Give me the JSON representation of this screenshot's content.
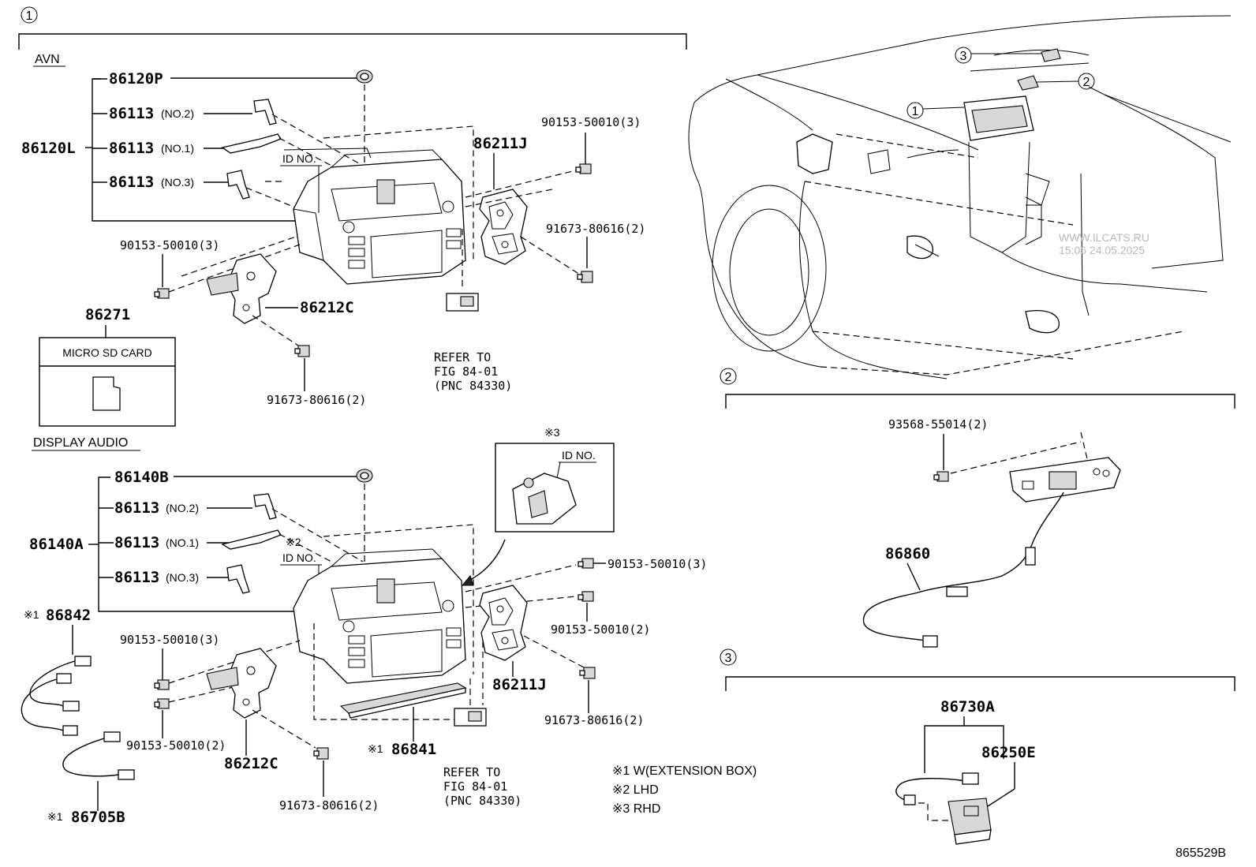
{
  "sections": {
    "sec1": {
      "num": "1"
    },
    "sec2": {
      "num": "2"
    },
    "sec3": {
      "num": "3"
    }
  },
  "avn": {
    "header": "AVN",
    "p86120P": "86120P",
    "p86120L": "86120L",
    "p86113_no2": "86113",
    "no2": "(NO.2)",
    "p86113_no1": "86113",
    "no1": "(NO.1)",
    "p86113_no3": "86113",
    "no3": "(NO.3)",
    "id_no": "ID NO.",
    "p86211J": "86211J",
    "screw_top": "90153-50010(3)",
    "screw_left": "90153-50010(3)",
    "p91673_right": "91673-80616(2)",
    "p86212C": "86212C",
    "p91673_bottom": "91673-80616(2)",
    "p86271": "86271",
    "sd_label": "MICRO SD CARD",
    "refer1": "REFER TO",
    "refer2": "FIG 84-01",
    "refer3": "(PNC 84330)"
  },
  "da": {
    "header": "DISPLAY AUDIO",
    "p86140B": "86140B",
    "p86140A": "86140A",
    "p86113_no2": "86113",
    "no2": "(NO.2)",
    "p86113_no1": "86113",
    "no1": "(NO.1)",
    "p86113_no3": "86113",
    "no3": "(NO.3)",
    "mark2": "※2",
    "id_no": "ID NO.",
    "inset_mark": "※3",
    "inset_id": "ID NO.",
    "mark1a": "※1",
    "p86842": "86842",
    "screw_left1": "90153-50010(3)",
    "screw_left2": "90153-50010(2)",
    "p86212C": "86212C",
    "mark1b": "※1",
    "p86705B": "86705B",
    "p91673_bottom": "91673-80616(2)",
    "mark1c": "※1",
    "p86841": "86841",
    "refer1": "REFER TO",
    "refer2": "FIG 84-01",
    "refer3": "(PNC 84330)",
    "screw_r1": "90153-50010(3)",
    "screw_r2": "90153-50010(2)",
    "p86211J": "86211J",
    "p91673_right": "91673-80616(2)"
  },
  "legend": {
    "l1": "※1 W(EXTENSION BOX)",
    "l2": "※2 LHD",
    "l3": "※3 RHD"
  },
  "vehicle": {
    "c1": "1",
    "c2": "2",
    "c3": "3",
    "watermark1": "WWW.ILCATS.RU",
    "watermark2": "15:06 24.05.2025"
  },
  "sec2parts": {
    "screw": "93568-55014(2)",
    "p86860": "86860"
  },
  "sec3parts": {
    "p86730A": "86730A",
    "p86250E": "86250E"
  },
  "figure_id": "865529B"
}
